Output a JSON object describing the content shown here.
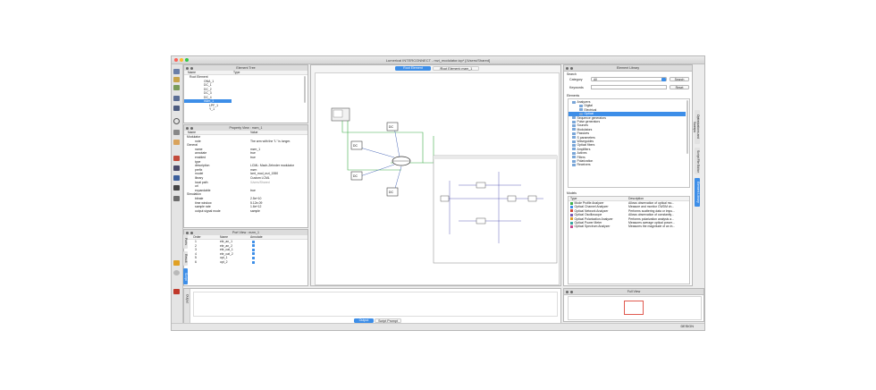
{
  "window": {
    "title": "Lumerical INTERCONNECT - mzi_modulator.icp* [/Users/Shared]"
  },
  "element_tree": {
    "title": "Element Tree",
    "columns": [
      "Name",
      "Type"
    ],
    "rows": [
      "Root Element",
      "ONA_1",
      "DC_1",
      "DC_2",
      "DC_3",
      "DC_4",
      "mzm_1",
      "LPF_1",
      "Y_1"
    ]
  },
  "property_view": {
    "title": "Property View : mzm_1",
    "columns": [
      "Name",
      "Value"
    ],
    "rows": [
      {
        "name": "Modulator",
        "value": ""
      },
      {
        "name": "note",
        "value": "The arm with the \"L\" is longer."
      },
      {
        "name": "General",
        "value": ""
      },
      {
        "name": "name",
        "value": "mzm_1"
      },
      {
        "name": "annotate",
        "value": "true"
      },
      {
        "name": "enabled",
        "value": "true"
      },
      {
        "name": "type",
        "value": ""
      },
      {
        "name": "description",
        "value": "LCML: Mach-Zehnder modulator"
      },
      {
        "name": "prefix",
        "value": "mzm"
      },
      {
        "name": "model",
        "value": "lcml_mod_mzi_1550"
      },
      {
        "name": "library",
        "value": "Custom LCML"
      },
      {
        "name": "local path",
        "value": "/Users/Shared"
      },
      {
        "name": "url",
        "value": ""
      },
      {
        "name": "expandable",
        "value": "true"
      },
      {
        "name": "Simulation",
        "value": ""
      },
      {
        "name": "bitrate",
        "value": "2.5e+10"
      },
      {
        "name": "time window",
        "value": "5.12e-09"
      },
      {
        "name": "sample rate",
        "value": "1.6e+12"
      },
      {
        "name": "output signal mode",
        "value": "sample"
      }
    ]
  },
  "port_view": {
    "title": "Port View : mzm_1",
    "columns": [
      "Order",
      "Name",
      "Annotate"
    ],
    "rows": [
      {
        "order": "1",
        "name": "ele_an_1"
      },
      {
        "order": "2",
        "name": "ele_an_2"
      },
      {
        "order": "3",
        "name": "ele_cat_1"
      },
      {
        "order": "4",
        "name": "ele_cat_2"
      },
      {
        "order": "5",
        "name": "opt_1"
      },
      {
        "order": "6",
        "name": "opt_2"
      }
    ]
  },
  "side_tabs_left": [
    "Ports",
    "Result",
    "Script"
  ],
  "schematic": {
    "tabs": [
      "Root Element",
      "/Root Element::mzm_1"
    ],
    "dc_label": "DC",
    "ona_label": "ONA_1",
    "dc_names": [
      "DC_1",
      "DC_2",
      "DC_3",
      "DC_4"
    ]
  },
  "element_library": {
    "title": "Element Library",
    "search": {
      "section": "Search",
      "category_label": "Category",
      "category_value": "All",
      "keywords_label": "Keywords",
      "search_button": "Search",
      "reset_button": "Reset"
    },
    "elements_section": "Elements",
    "tree": [
      "Analyzers",
      "Digital",
      "Electrical",
      "Optical",
      "Sequence generators",
      "Pulse generators",
      "Sources",
      "Modulators",
      "Passives",
      "S parameters",
      "Waveguides",
      "Optical fibers",
      "Amplifiers",
      "Actives",
      "Filters",
      "Polarization",
      "Receivers"
    ],
    "models_section": "Models",
    "model_columns": [
      "Type",
      "Description"
    ],
    "models": [
      {
        "type": "Mode Profile Analyzer",
        "desc": "Allows observation of optical mo..."
      },
      {
        "type": "Optical Channel Analyzer",
        "desc": "Measure and monitor CWDM ch..."
      },
      {
        "type": "Optical Network Analyzer",
        "desc": "Performs scattering data or impu..."
      },
      {
        "type": "Optical Oscilloscope",
        "desc": "Allows observation of constantly..."
      },
      {
        "type": "Optical Polarization Analyzer",
        "desc": "Performs polarization analysis a..."
      },
      {
        "type": "Optical Power Meter",
        "desc": "Measures average optical power..."
      },
      {
        "type": "Optical Spectrum Analyzer",
        "desc": "Measures the magnitude of an in..."
      }
    ]
  },
  "right_side_tabs": [
    "Optimizations and Sweeps",
    "Script File Editor",
    "Element Library"
  ],
  "output": {
    "label": "Output",
    "tabs": [
      "Output",
      "Script Prompt"
    ]
  },
  "full_view": {
    "title": "Full View"
  },
  "status": {
    "mode": "DESIGN"
  },
  "colors": {
    "accent": "#3d8ee8",
    "close": "#fc5f57",
    "minimize": "#fdbc2e",
    "zoom": "#33c748",
    "wire_green": "#3fae49"
  }
}
